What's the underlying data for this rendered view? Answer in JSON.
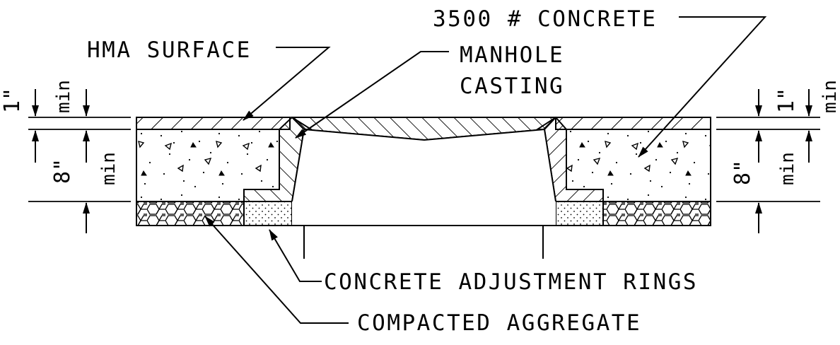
{
  "title": "",
  "labels": {
    "concrete": "3500 # CONCRETE",
    "hma": "HMA SURFACE",
    "manhole_line1": "MANHOLE",
    "manhole_line2": "CASTING",
    "rings": "CONCRETE ADJUSTMENT RINGS",
    "aggregate": "COMPACTED AGGREGATE"
  },
  "dimensions": {
    "left_top_value": "1\"",
    "left_top_unit": "min",
    "left_bottom_value": "8\"",
    "left_bottom_unit": "min",
    "right_top_value": "1\"",
    "right_top_unit": "min",
    "right_bottom_value": "8\"",
    "right_bottom_unit": "min"
  }
}
